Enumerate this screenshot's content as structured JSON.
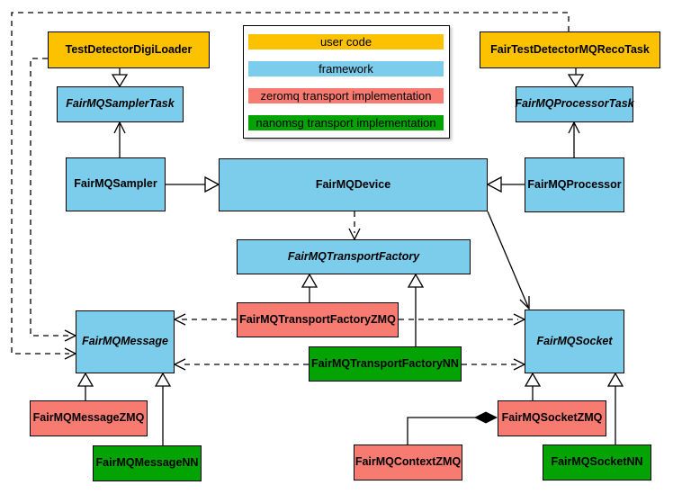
{
  "colors": {
    "user_code": "#FCC200",
    "framework": "#7CCCEB",
    "zeromq": "#F87B72",
    "nanomsg": "#04A304",
    "line": "#000000",
    "background": "#FFFFFF"
  },
  "legend": {
    "items": [
      {
        "label": "user code",
        "color_key": "user_code"
      },
      {
        "label": "framework",
        "color_key": "framework"
      },
      {
        "label": "zeromq transport implementation",
        "color_key": "zeromq"
      },
      {
        "label": "nanomsg transport implementation",
        "color_key": "nanomsg"
      }
    ]
  },
  "nodes": [
    {
      "id": "digiloader",
      "label": "TestDetectorDigiLoader",
      "category": "user_code",
      "abstract": false
    },
    {
      "id": "recotask",
      "label": "FairTestDetectorMQRecoTask",
      "category": "user_code",
      "abstract": false
    },
    {
      "id": "samplertask",
      "label": "FairMQSamplerTask",
      "category": "framework",
      "abstract": true
    },
    {
      "id": "processortask",
      "label": "FairMQProcessorTask",
      "category": "framework",
      "abstract": true
    },
    {
      "id": "sampler",
      "label": "FairMQSampler",
      "category": "framework",
      "abstract": false
    },
    {
      "id": "device",
      "label": "FairMQDevice",
      "category": "framework",
      "abstract": false
    },
    {
      "id": "processor",
      "label": "FairMQProcessor",
      "category": "framework",
      "abstract": false
    },
    {
      "id": "transportfactory",
      "label": "FairMQTransportFactory",
      "category": "framework",
      "abstract": true
    },
    {
      "id": "tfzmq",
      "label": "FairMQTransportFactoryZMQ",
      "category": "zeromq",
      "abstract": false
    },
    {
      "id": "tfnn",
      "label": "FairMQTransportFactoryNN",
      "category": "nanomsg",
      "abstract": false
    },
    {
      "id": "message",
      "label": "FairMQMessage",
      "category": "framework",
      "abstract": true
    },
    {
      "id": "socket",
      "label": "FairMQSocket",
      "category": "framework",
      "abstract": true
    },
    {
      "id": "messagezmq",
      "label": "FairMQMessageZMQ",
      "category": "zeromq",
      "abstract": false
    },
    {
      "id": "messagenn",
      "label": "FairMQMessageNN",
      "category": "nanomsg",
      "abstract": false
    },
    {
      "id": "socketzmq",
      "label": "FairMQSocketZMQ",
      "category": "zeromq",
      "abstract": false
    },
    {
      "id": "socketnn",
      "label": "FairMQSocketNN",
      "category": "nanomsg",
      "abstract": false
    },
    {
      "id": "contextzmq",
      "label": "FairMQContextZMQ",
      "category": "zeromq",
      "abstract": false
    }
  ],
  "edges": [
    {
      "from": "TestDetectorDigiLoader",
      "to": "FairMQSamplerTask",
      "kind": "generalization",
      "style": "solid"
    },
    {
      "from": "FairTestDetectorMQRecoTask",
      "to": "FairMQProcessorTask",
      "kind": "generalization",
      "style": "solid"
    },
    {
      "from": "FairMQSampler",
      "to": "FairMQSamplerTask",
      "kind": "association",
      "style": "solid"
    },
    {
      "from": "FairMQProcessor",
      "to": "FairMQProcessorTask",
      "kind": "association",
      "style": "solid"
    },
    {
      "from": "FairMQSampler",
      "to": "FairMQDevice",
      "kind": "generalization",
      "style": "solid"
    },
    {
      "from": "FairMQProcessor",
      "to": "FairMQDevice",
      "kind": "generalization",
      "style": "solid"
    },
    {
      "from": "FairMQDevice",
      "to": "FairMQTransportFactory",
      "kind": "dependency",
      "style": "dashed"
    },
    {
      "from": "FairMQDevice",
      "to": "FairMQSocket",
      "kind": "association",
      "style": "solid"
    },
    {
      "from": "FairMQTransportFactoryZMQ",
      "to": "FairMQTransportFactory",
      "kind": "generalization",
      "style": "solid"
    },
    {
      "from": "FairMQTransportFactoryNN",
      "to": "FairMQTransportFactory",
      "kind": "generalization",
      "style": "solid"
    },
    {
      "from": "FairMQTransportFactoryZMQ",
      "to": "FairMQMessage",
      "kind": "dependency",
      "style": "dashed"
    },
    {
      "from": "FairMQTransportFactoryZMQ",
      "to": "FairMQSocket",
      "kind": "dependency",
      "style": "dashed"
    },
    {
      "from": "FairMQTransportFactoryNN",
      "to": "FairMQMessage",
      "kind": "dependency",
      "style": "dashed"
    },
    {
      "from": "FairMQTransportFactoryNN",
      "to": "FairMQSocket",
      "kind": "dependency",
      "style": "dashed"
    },
    {
      "from": "TestDetectorDigiLoader",
      "to": "FairMQMessage",
      "kind": "dependency",
      "style": "dashed"
    },
    {
      "from": "FairTestDetectorMQRecoTask",
      "to": "FairMQMessage",
      "kind": "dependency",
      "style": "dashed"
    },
    {
      "from": "FairMQMessageZMQ",
      "to": "FairMQMessage",
      "kind": "generalization",
      "style": "solid"
    },
    {
      "from": "FairMQMessageNN",
      "to": "FairMQMessage",
      "kind": "generalization",
      "style": "solid"
    },
    {
      "from": "FairMQSocketZMQ",
      "to": "FairMQSocket",
      "kind": "generalization",
      "style": "solid"
    },
    {
      "from": "FairMQSocketNN",
      "to": "FairMQSocket",
      "kind": "generalization",
      "style": "solid"
    },
    {
      "from": "FairMQContextZMQ",
      "to": "FairMQSocketZMQ",
      "kind": "composition",
      "style": "solid"
    }
  ]
}
